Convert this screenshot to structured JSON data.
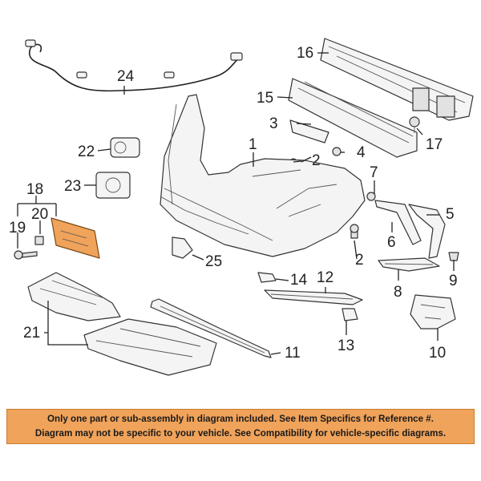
{
  "callouts": {
    "c1": "1",
    "c2a": "2",
    "c2b": "2",
    "c3": "3",
    "c4": "4",
    "c5": "5",
    "c6": "6",
    "c7": "7",
    "c8": "8",
    "c9": "9",
    "c10": "10",
    "c11": "11",
    "c12": "12",
    "c13": "13",
    "c14": "14",
    "c15": "15",
    "c16": "16",
    "c17": "17",
    "c18": "18",
    "c19": "19",
    "c20": "20",
    "c21": "21",
    "c22": "22",
    "c23": "23",
    "c24": "24",
    "c25": "25"
  },
  "disclaimer": {
    "line1": "Only one part or sub-assembly in diagram included. See Item Specifics for Reference #.",
    "line2": "Diagram may not be specific to your vehicle. See Compatibility for vehicle-specific diagrams."
  },
  "colors": {
    "highlight": "#f0a35a",
    "banner": "#f0a35a"
  }
}
